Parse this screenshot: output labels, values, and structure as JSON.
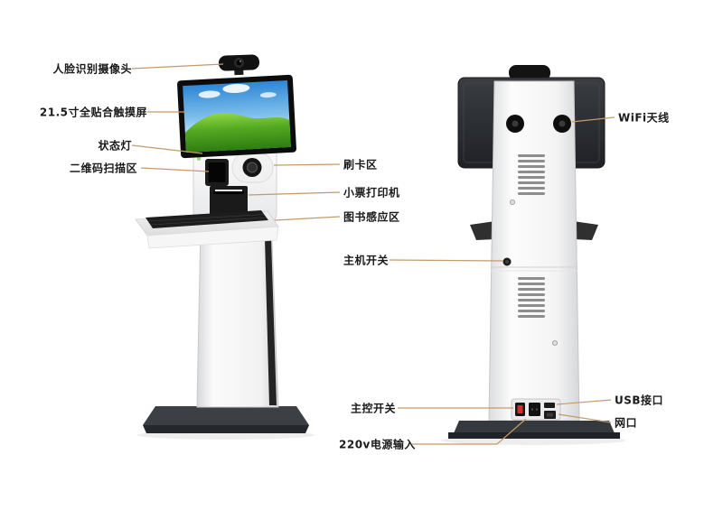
{
  "diagram": {
    "leader_color": "#c59a6b",
    "front_view": {
      "labels": {
        "face_camera": "人脸识别摄像头",
        "touch_screen": "21.5寸全贴合触摸屏",
        "status_light": "状态灯",
        "qr_scan_area": "二维码扫描区",
        "card_swipe_area": "刷卡区",
        "receipt_printer": "小票打印机",
        "book_sensing_area": "图书感应区"
      }
    },
    "back_view": {
      "labels": {
        "main_power_switch": "主机开关",
        "master_control_switch": "主控开关",
        "power_input_220v": "220v电源输入",
        "wifi_antenna": "WiFi天线",
        "usb_port": "USB接口",
        "network_port": "网口"
      }
    }
  }
}
